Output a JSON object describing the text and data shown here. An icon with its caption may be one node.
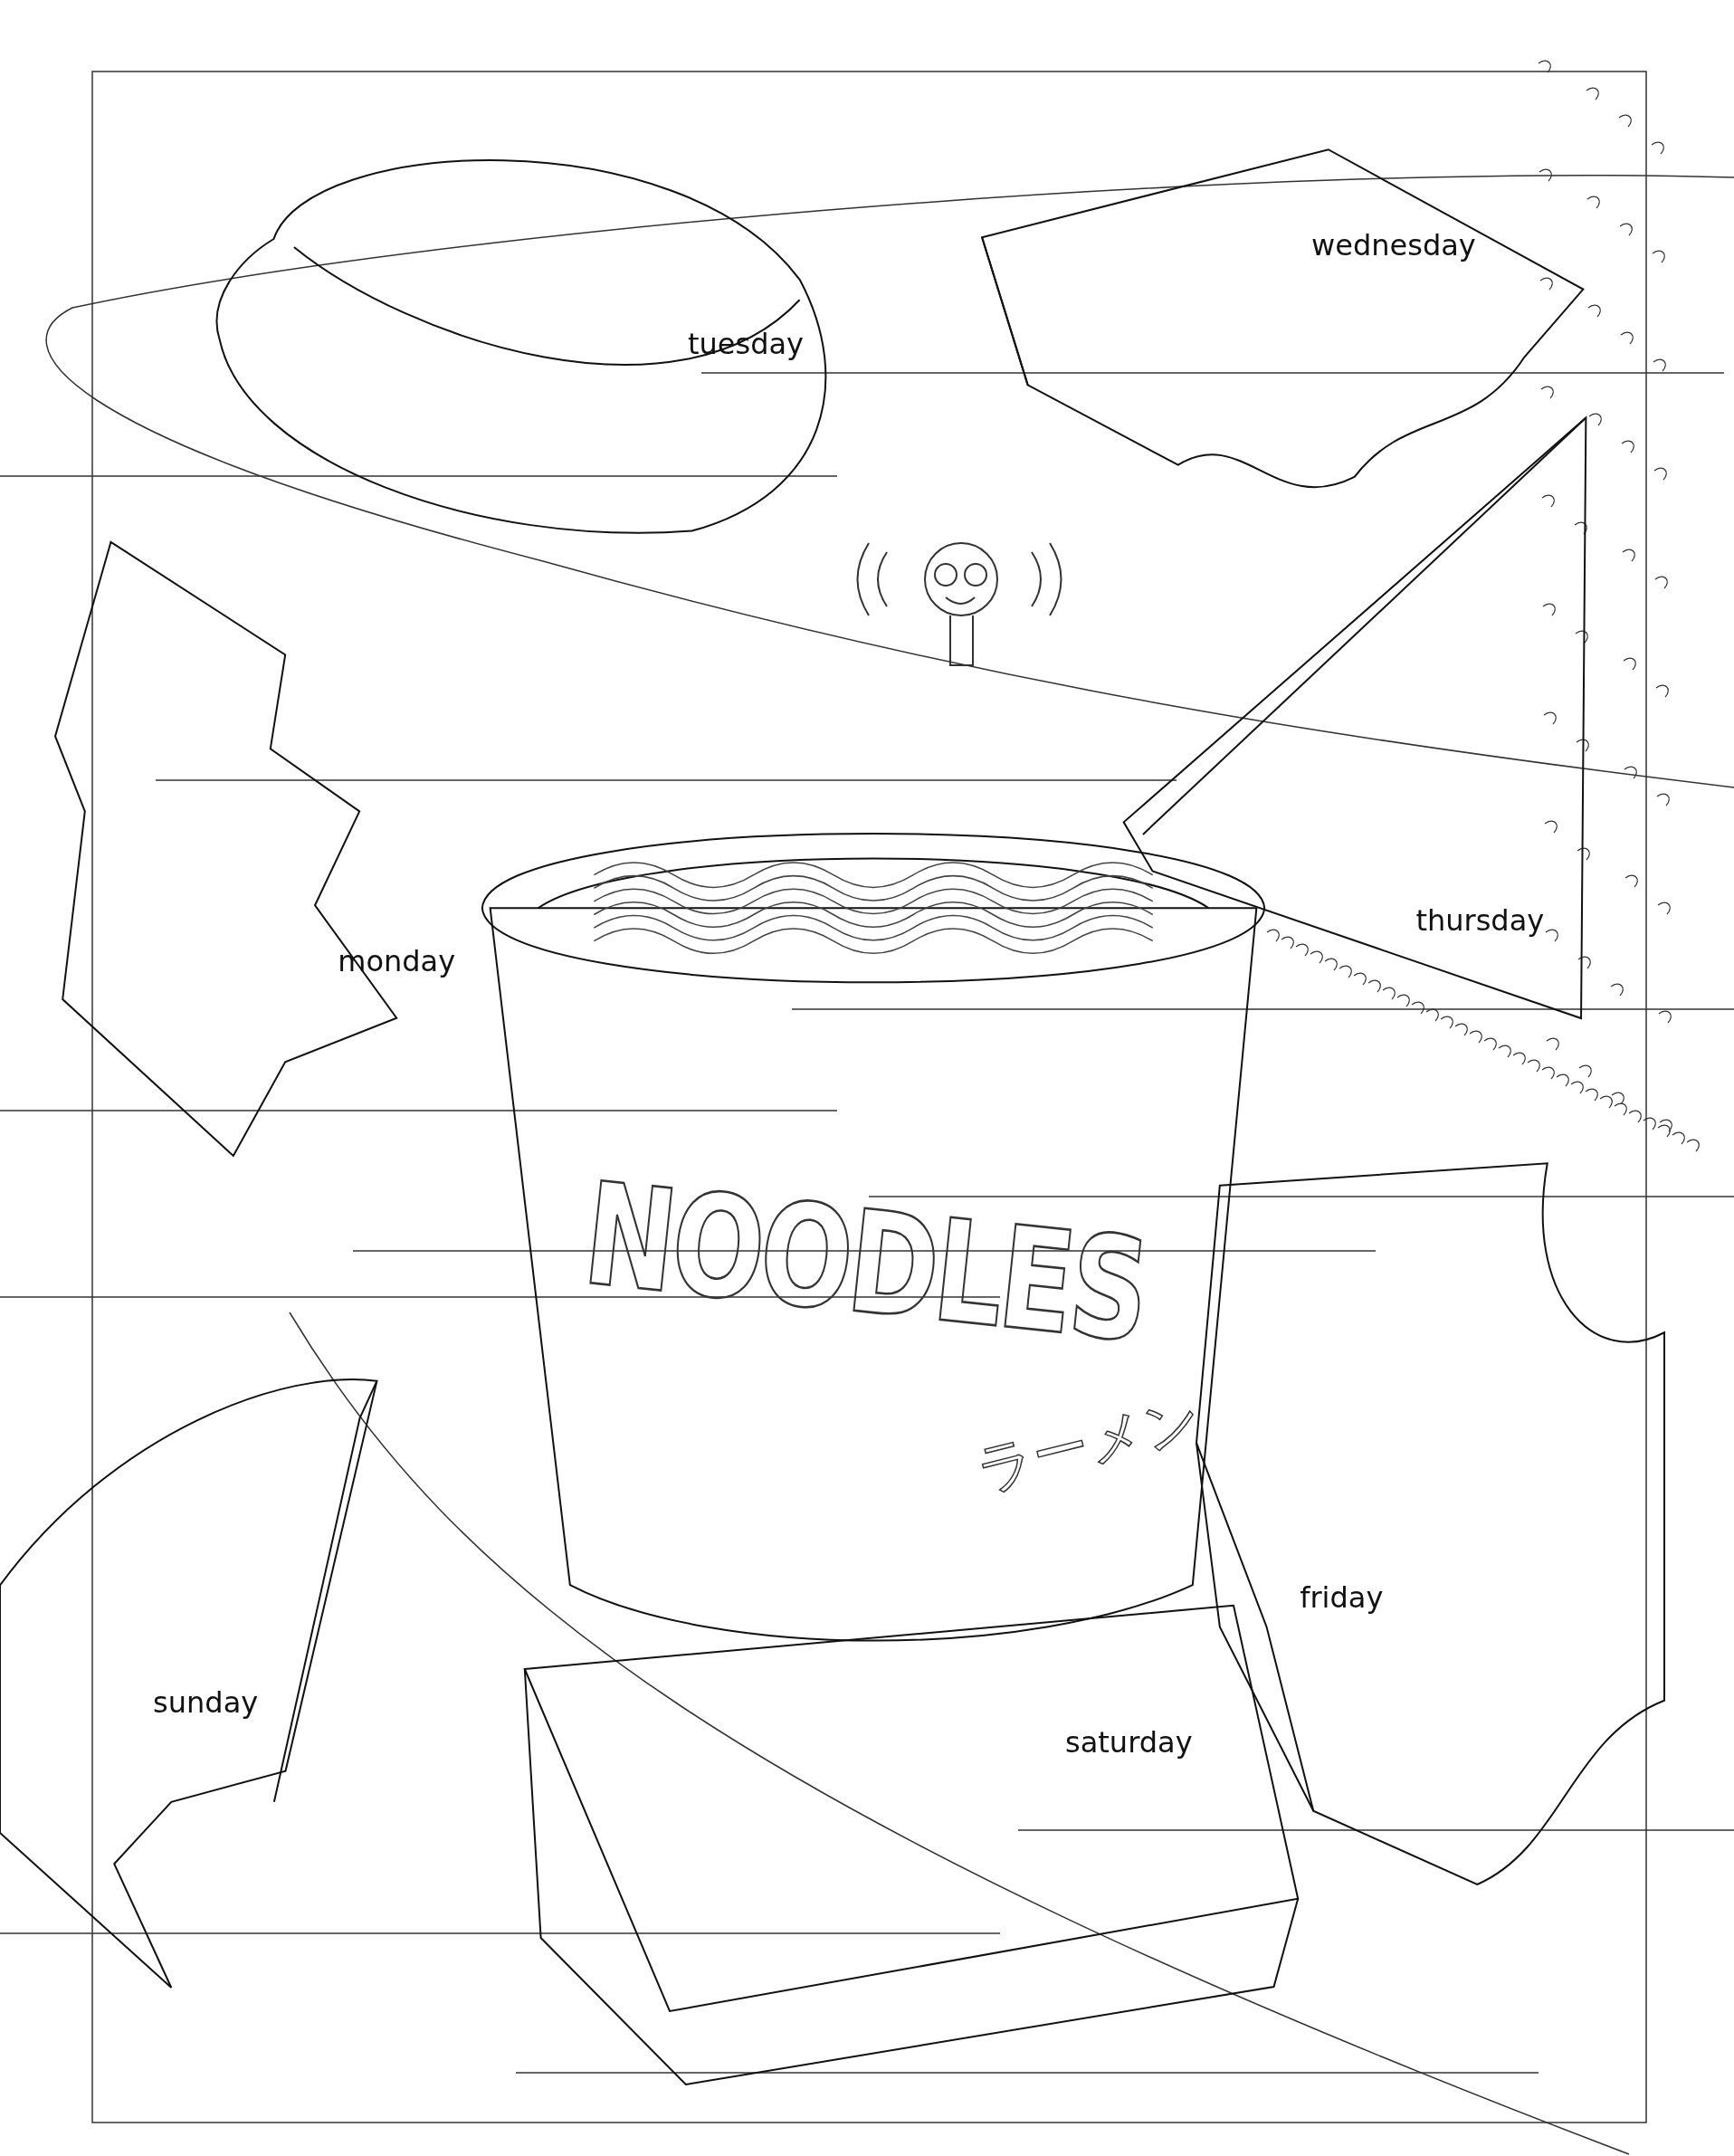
{
  "diagram": {
    "nodes": [
      {
        "text": [
          "tuesday"
        ]
      },
      {
        "text": [
          "wednesday"
        ]
      },
      {
        "text": [
          "monday"
        ]
      },
      {
        "text": [
          "thursday"
        ]
      },
      {
        "text": [
          "NOODLES",
          "ラーメン"
        ]
      },
      {
        "text": [
          "friday"
        ]
      },
      {
        "text": [
          "sunday"
        ]
      },
      {
        "text": [
          "saturday"
        ]
      }
    ]
  }
}
